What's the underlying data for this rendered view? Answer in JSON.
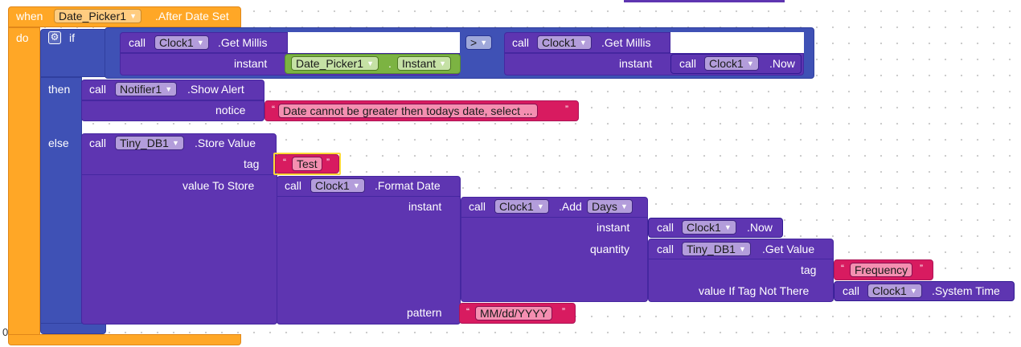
{
  "event": {
    "when_label": "when",
    "component": "Date_Picker1",
    "event_name": ".After Date Set",
    "do_label": "do"
  },
  "if_block": {
    "if_label": "if",
    "then_label": "then",
    "else_label": "else",
    "compare_op": ">"
  },
  "cond_left": {
    "call_label": "call",
    "component": "Clock1",
    "method": ".Get Millis",
    "param_label": "instant",
    "getter_component": "Date_Picker1",
    "getter_property": "Instant",
    "getter_dot": "."
  },
  "cond_right": {
    "call_label": "call",
    "component": "Clock1",
    "method": ".Get Millis",
    "param_label": "instant",
    "inner_call_label": "call",
    "inner_component": "Clock1",
    "inner_method": ".Now"
  },
  "then_block": {
    "call_label": "call",
    "component": "Notifier1",
    "method": ".Show Alert",
    "param_label": "notice",
    "message": "Date cannot be greater then todays date, select ..."
  },
  "else_block": {
    "call_label": "call",
    "component": "Tiny_DB1",
    "method": ".Store Value",
    "tag_label": "tag",
    "tag_value": "Test",
    "value_label": "value To Store"
  },
  "format_date": {
    "call_label": "call",
    "component": "Clock1",
    "method": ".Format Date",
    "instant_label": "instant",
    "pattern_label": "pattern",
    "pattern_value": "MM/dd/YYYY"
  },
  "add_days": {
    "call_label": "call",
    "component": "Clock1",
    "method": ".Add",
    "unit": "Days",
    "instant_label": "instant",
    "quantity_label": "quantity"
  },
  "now_call": {
    "call_label": "call",
    "component": "Clock1",
    "method": ".Now"
  },
  "get_value": {
    "call_label": "call",
    "component": "Tiny_DB1",
    "method": ".Get Value",
    "tag_label": "tag",
    "tag_value": "Frequency",
    "default_label": "value If Tag Not There"
  },
  "system_time": {
    "call_label": "call",
    "component": "Clock1",
    "method": ".System Time"
  },
  "string_quotes": {
    "open": "“",
    "close": "”"
  },
  "dropdown_arrow": "▼",
  "workspace": {
    "corner_mark": "0"
  },
  "colors": {
    "event": "#ffa726",
    "control": "#3f51b5",
    "component_call": "#5e35b1",
    "getter": "#7cb342",
    "text": "#d81b60",
    "selected_outline": "#fdd835"
  },
  "icons": {
    "mutator": "gear-icon",
    "dropdown": "chevron-down-icon"
  }
}
